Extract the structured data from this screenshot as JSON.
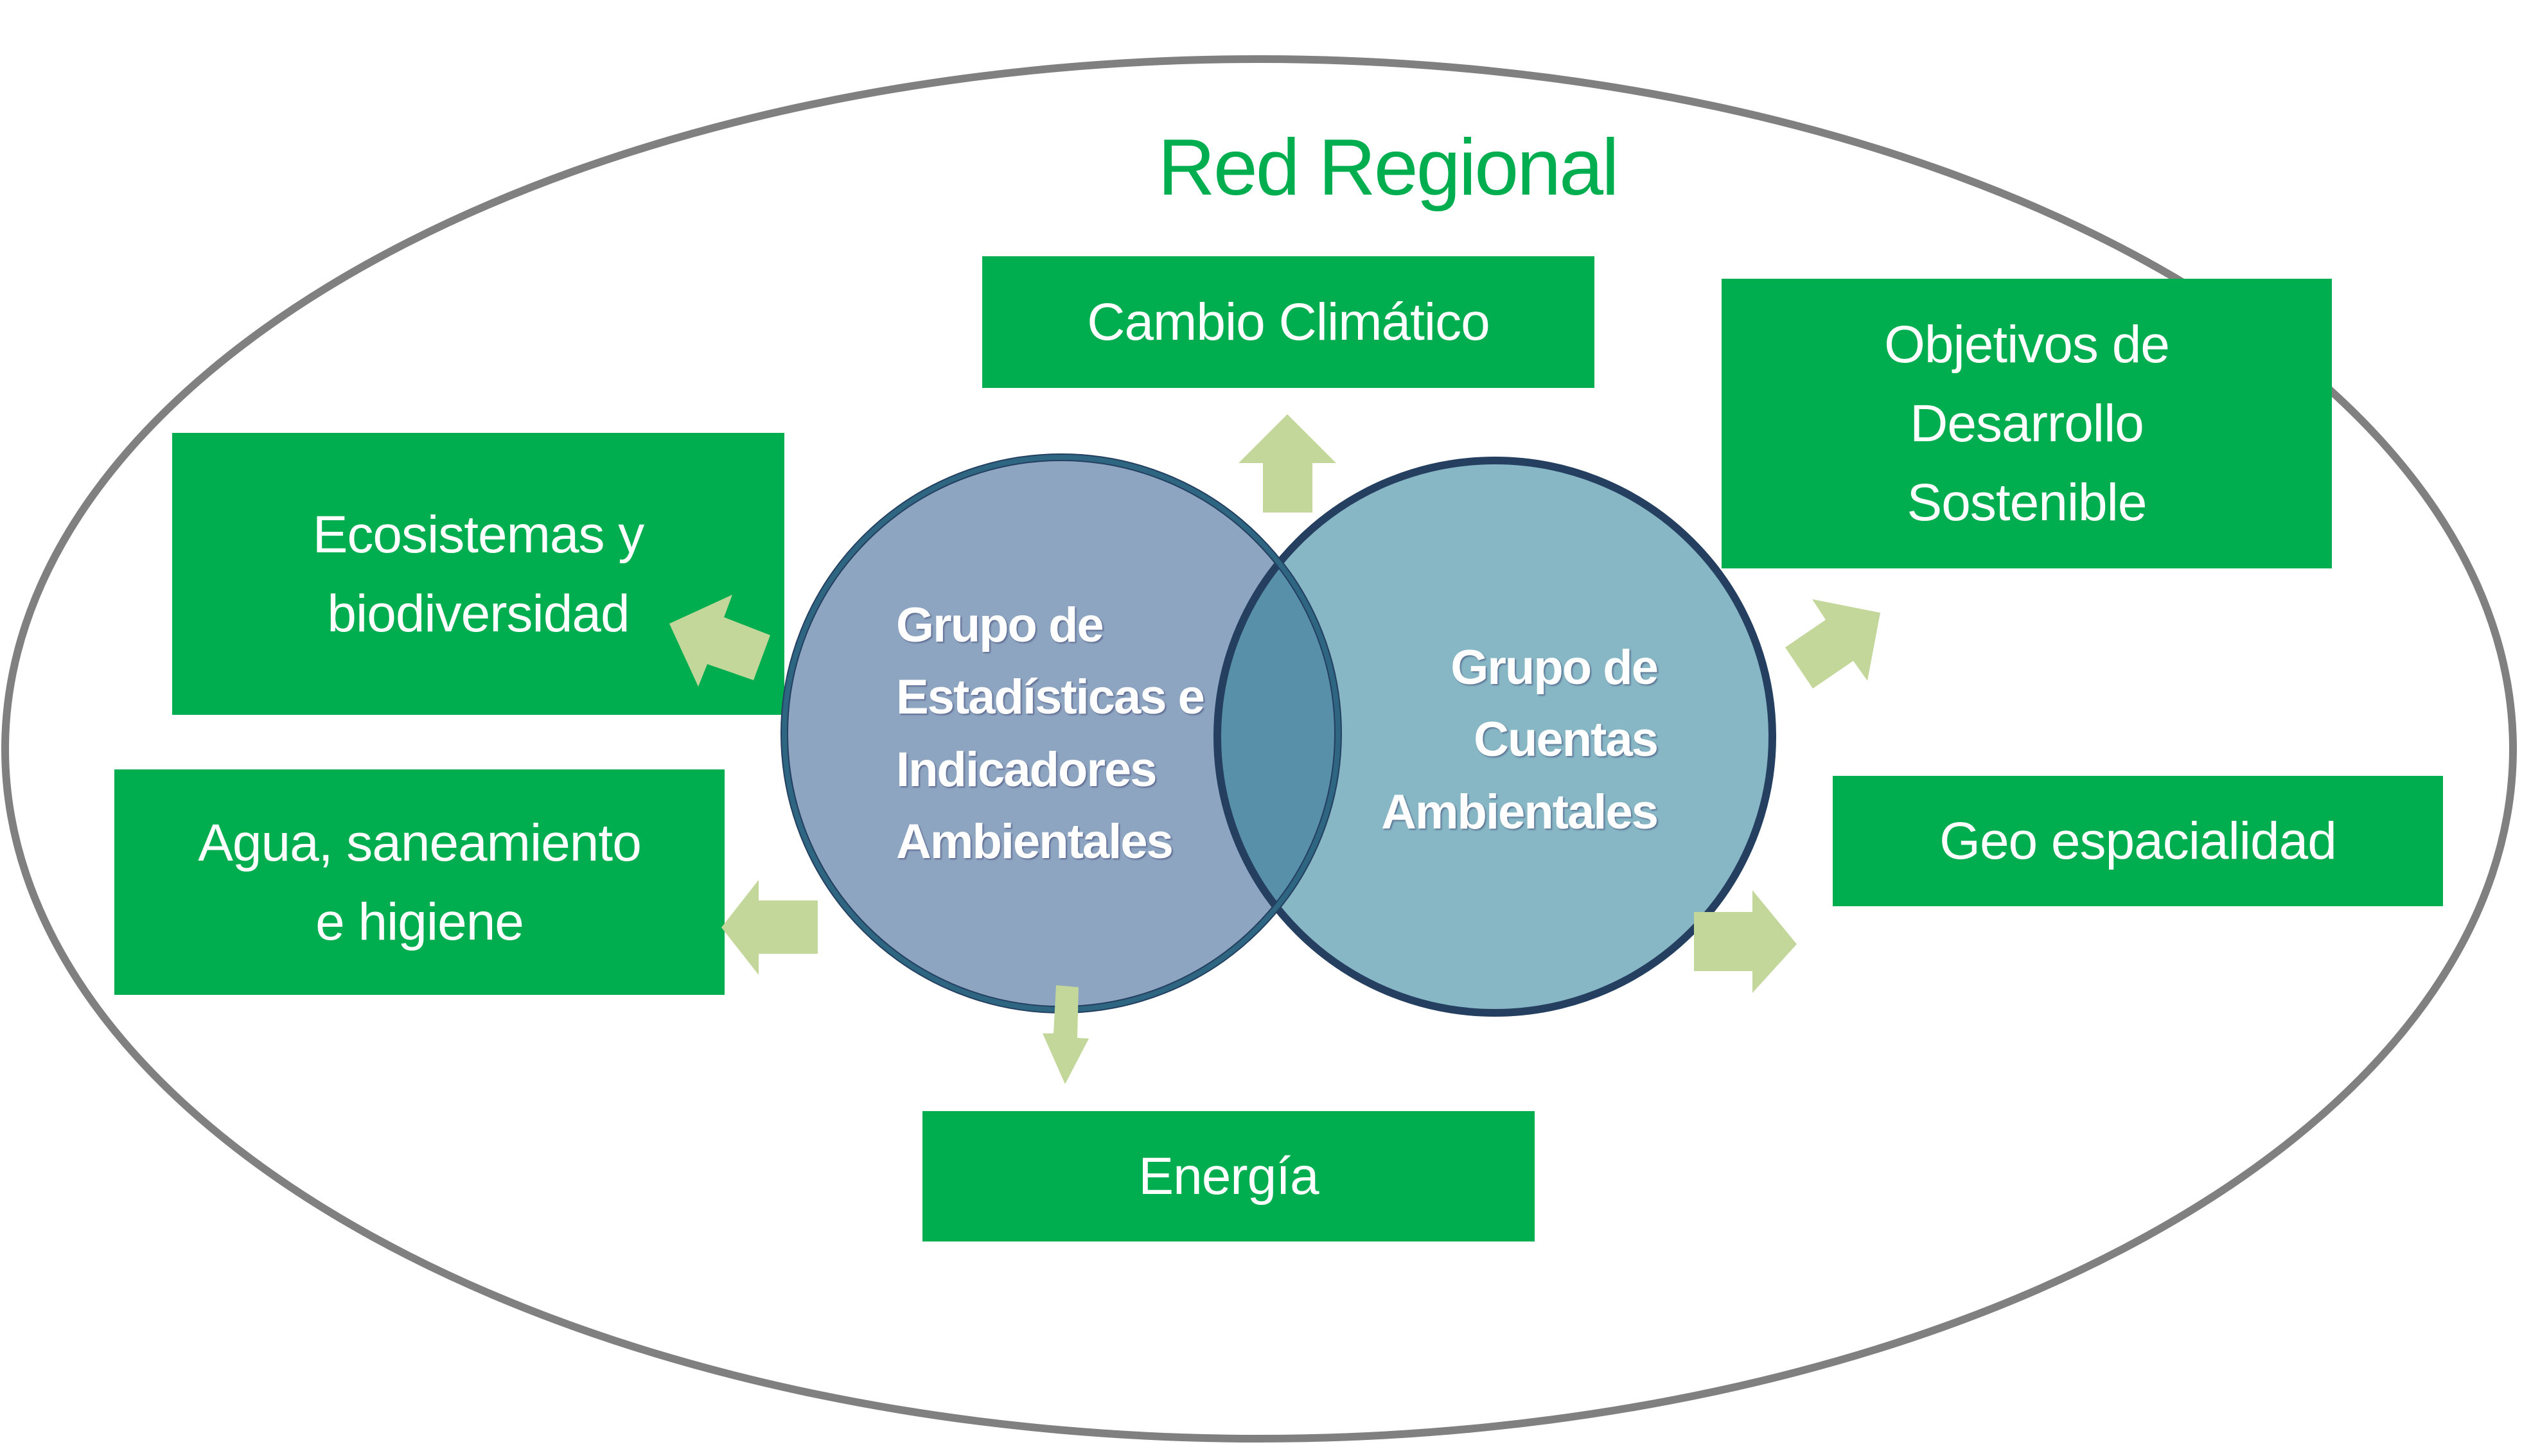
{
  "title": "Red Regional",
  "colors": {
    "title": "#00AE4F",
    "box_fill": "#00AE4F",
    "box_text": "#FFFFFF",
    "arrow_fill": "#C4D79B",
    "outer_ellipse_stroke": "#808080",
    "left_circle_fill": "#8EA5C1",
    "right_circle_fill": "#87B6C5",
    "overlap_fill": "#5890AA",
    "circle_stroke": "#243F60"
  },
  "center_groups": {
    "left": {
      "lines": [
        "Grupo de",
        "Estadísticas e",
        "Indicadores",
        "Ambientales"
      ]
    },
    "right": {
      "lines": [
        "Grupo de",
        "Cuentas",
        "Ambientales"
      ]
    }
  },
  "topics": {
    "cambio_climatico": {
      "lines": [
        "Cambio Climático"
      ]
    },
    "objetivos": {
      "lines": [
        "Objetivos de",
        "Desarrollo",
        "Sostenible"
      ]
    },
    "ecosistemas": {
      "lines": [
        "Ecosistemas y",
        "biodiversidad"
      ]
    },
    "agua": {
      "lines": [
        "Agua, saneamiento",
        "e higiene"
      ]
    },
    "geo": {
      "lines": [
        "Geo espacialidad"
      ]
    },
    "energia": {
      "lines": [
        "Energía"
      ]
    }
  },
  "arrows": [
    {
      "name": "arrow-to-cambio-climatico",
      "direction": "up"
    },
    {
      "name": "arrow-to-objetivos",
      "direction": "up-right"
    },
    {
      "name": "arrow-to-geo",
      "direction": "right"
    },
    {
      "name": "arrow-to-energia",
      "direction": "down"
    },
    {
      "name": "arrow-to-agua",
      "direction": "left"
    },
    {
      "name": "arrow-to-ecosistemas",
      "direction": "up-left"
    }
  ]
}
